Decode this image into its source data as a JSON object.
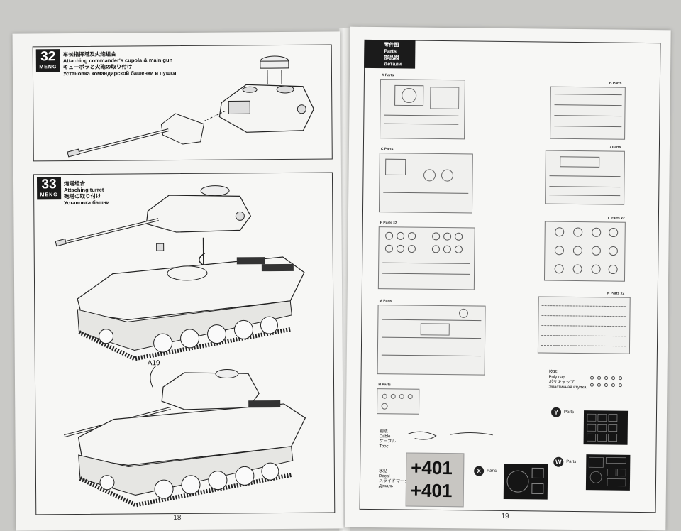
{
  "left_page": {
    "step32": {
      "number": "32",
      "brand": "MENG",
      "title_cn": "车长指挥塔及火炮组合",
      "title_en": "Attaching commander's cupola & main gun",
      "title_jp": "キューポラと火砲の取り付け",
      "title_ru": "Установка командирской башенки и пушки"
    },
    "step33": {
      "number": "33",
      "brand": "MENG",
      "title_cn": "炮塔组合",
      "title_en": "Attaching turret",
      "title_jp": "砲塔の取り付け",
      "title_ru": "Установка башни",
      "callout": "A19"
    },
    "page_number": "18"
  },
  "right_page": {
    "header": {
      "cn": "零件图",
      "en": "Parts",
      "jp": "部品図",
      "ru": "Детали"
    },
    "sprues": [
      {
        "label": "A Parts"
      },
      {
        "label": "B Parts"
      },
      {
        "label": "C Parts"
      },
      {
        "label": "D Parts"
      },
      {
        "label": "F Parts x2"
      },
      {
        "label": "L Parts x2"
      },
      {
        "label": "M Parts"
      },
      {
        "label": "N Parts x2"
      },
      {
        "label": "H Parts"
      }
    ],
    "polycap": {
      "cn": "胶套",
      "en": "Poly cap",
      "jp": "ポリキャップ",
      "ru": "Эластичная втулка"
    },
    "cable": {
      "cn": "钢缆",
      "en": "Cable",
      "jp": "ケーブル",
      "ru": "Трос"
    },
    "decal": {
      "cn": "水贴",
      "en": "Decal",
      "jp": "スライドマーク",
      "ru": "Декаль",
      "line1": "401",
      "line2": "401"
    },
    "x_parts": {
      "letter": "X",
      "label": "Parts"
    },
    "y_parts": {
      "letter": "Y",
      "label": "Parts"
    },
    "w_parts": {
      "letter": "W",
      "label": "Parts"
    },
    "page_number": "19"
  }
}
